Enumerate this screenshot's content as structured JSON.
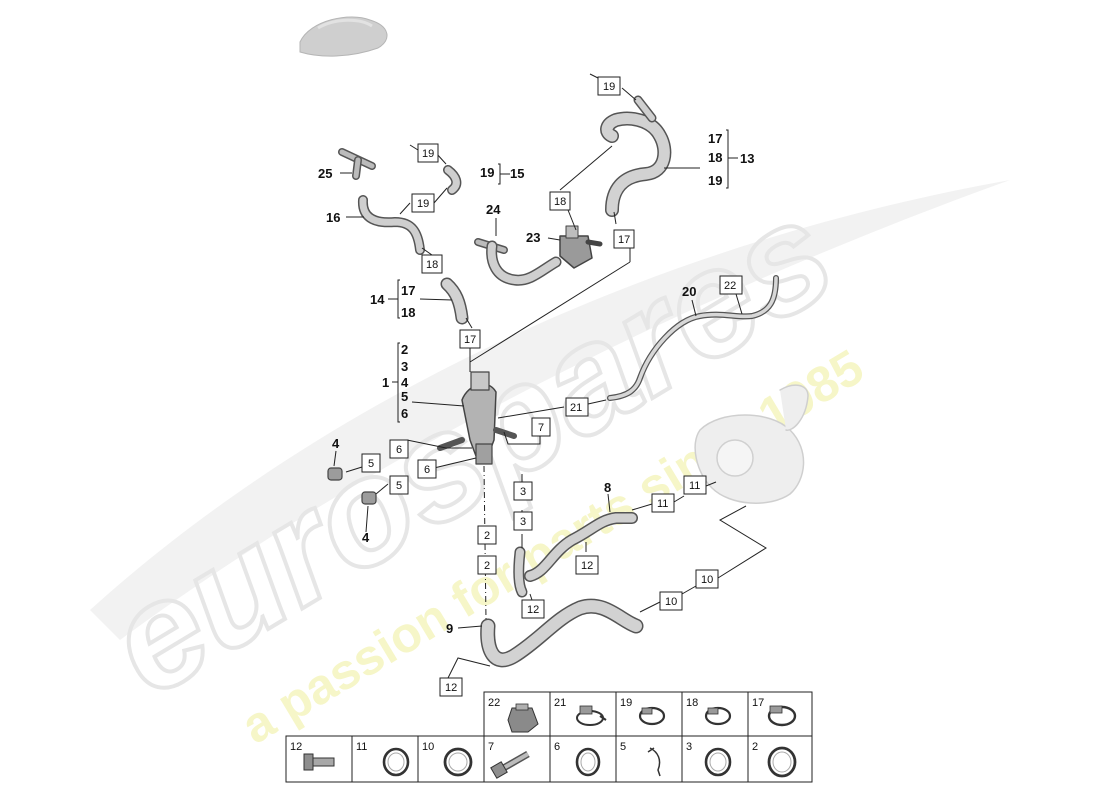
{
  "watermark": {
    "brand": "eurospares",
    "tagline": "a passion for parts since 1985"
  },
  "callouts": [
    {
      "id": "c-25",
      "text": "25"
    },
    {
      "id": "c-16",
      "text": "16"
    },
    {
      "id": "c-19a",
      "text": "19"
    },
    {
      "id": "c-19b",
      "text": "19"
    },
    {
      "id": "c-19c",
      "text": "19"
    },
    {
      "id": "c-15",
      "text": "15"
    },
    {
      "id": "c-18a",
      "text": "18"
    },
    {
      "id": "c-24",
      "text": "24"
    },
    {
      "id": "c-23",
      "text": "23"
    },
    {
      "id": "c-18b",
      "text": "18"
    },
    {
      "id": "c-17a",
      "text": "17"
    },
    {
      "id": "c-19d",
      "text": "19"
    },
    {
      "id": "c-17b",
      "text": "17"
    },
    {
      "id": "c-18c",
      "text": "18"
    },
    {
      "id": "c-19e",
      "text": "19"
    },
    {
      "id": "c-13",
      "text": "13"
    },
    {
      "id": "c-14",
      "text": "14"
    },
    {
      "id": "c-17c",
      "text": "17"
    },
    {
      "id": "c-18d",
      "text": "18"
    },
    {
      "id": "c-17d",
      "text": "17"
    },
    {
      "id": "c-20",
      "text": "20"
    },
    {
      "id": "c-22",
      "text": "22"
    },
    {
      "id": "c-2",
      "text": "2"
    },
    {
      "id": "c-3",
      "text": "3"
    },
    {
      "id": "c-4",
      "text": "4"
    },
    {
      "id": "c-1",
      "text": "1"
    },
    {
      "id": "c-5",
      "text": "5"
    },
    {
      "id": "c-6",
      "text": "6"
    },
    {
      "id": "c-21",
      "text": "21"
    },
    {
      "id": "c-7",
      "text": "7"
    },
    {
      "id": "c-4b",
      "text": "4"
    },
    {
      "id": "c-6b",
      "text": "6"
    },
    {
      "id": "c-5b",
      "text": "5"
    },
    {
      "id": "c-6c",
      "text": "6"
    },
    {
      "id": "c-5c",
      "text": "5"
    },
    {
      "id": "c-4c",
      "text": "4"
    },
    {
      "id": "c-3b",
      "text": "3"
    },
    {
      "id": "c-8",
      "text": "8"
    },
    {
      "id": "c-11a",
      "text": "11"
    },
    {
      "id": "c-11b",
      "text": "11"
    },
    {
      "id": "c-3c",
      "text": "3"
    },
    {
      "id": "c-2b",
      "text": "2"
    },
    {
      "id": "c-2c",
      "text": "2"
    },
    {
      "id": "c-12a",
      "text": "12"
    },
    {
      "id": "c-12b",
      "text": "12"
    },
    {
      "id": "c-10a",
      "text": "10"
    },
    {
      "id": "c-10b",
      "text": "10"
    },
    {
      "id": "c-9",
      "text": "9"
    },
    {
      "id": "c-12c",
      "text": "12"
    }
  ],
  "parts_table": {
    "row1": [
      "22",
      "21",
      "19",
      "18",
      "17"
    ],
    "row2": [
      "12",
      "11",
      "10",
      "7",
      "6",
      "5",
      "3",
      "2"
    ]
  }
}
